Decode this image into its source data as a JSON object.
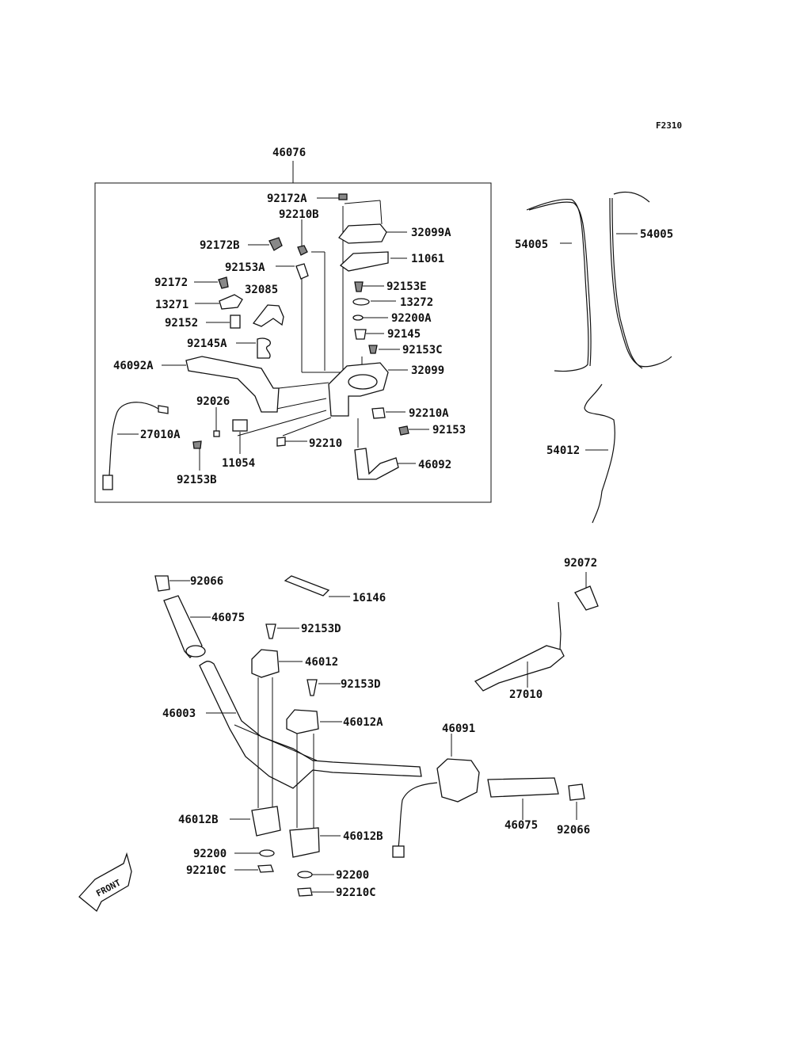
{
  "figure_code": "F2310",
  "parts": [
    {
      "key": "p46076",
      "number": "46076"
    },
    {
      "key": "p92172A",
      "number": "92172A"
    },
    {
      "key": "p92210B",
      "number": "92210B"
    },
    {
      "key": "p32099A",
      "number": "32099A"
    },
    {
      "key": "p92172B",
      "number": "92172B"
    },
    {
      "key": "p11061",
      "number": "11061"
    },
    {
      "key": "p92153A",
      "number": "92153A"
    },
    {
      "key": "p92172",
      "number": "92172"
    },
    {
      "key": "p32085",
      "number": "32085"
    },
    {
      "key": "p92153E",
      "number": "92153E"
    },
    {
      "key": "p13271",
      "number": "13271"
    },
    {
      "key": "p13272",
      "number": "13272"
    },
    {
      "key": "p92200A",
      "number": "92200A"
    },
    {
      "key": "p92152",
      "number": "92152"
    },
    {
      "key": "p92145",
      "number": "92145"
    },
    {
      "key": "p92145A",
      "number": "92145A"
    },
    {
      "key": "p92153C",
      "number": "92153C"
    },
    {
      "key": "p46092A",
      "number": "46092A"
    },
    {
      "key": "p32099",
      "number": "32099"
    },
    {
      "key": "p92026",
      "number": "92026"
    },
    {
      "key": "p92210A",
      "number": "92210A"
    },
    {
      "key": "p27010A",
      "number": "27010A"
    },
    {
      "key": "p92153",
      "number": "92153"
    },
    {
      "key": "p11054",
      "number": "11054"
    },
    {
      "key": "p92210",
      "number": "92210"
    },
    {
      "key": "p92153B",
      "number": "92153B"
    },
    {
      "key": "p46092",
      "number": "46092"
    },
    {
      "key": "p54005L",
      "number": "54005"
    },
    {
      "key": "p54005R",
      "number": "54005"
    },
    {
      "key": "p54012",
      "number": "54012"
    },
    {
      "key": "p92072",
      "number": "92072"
    },
    {
      "key": "p92066L",
      "number": "92066"
    },
    {
      "key": "p16146",
      "number": "16146"
    },
    {
      "key": "p46075L",
      "number": "46075"
    },
    {
      "key": "p92153D1",
      "number": "92153D"
    },
    {
      "key": "p46012",
      "number": "46012"
    },
    {
      "key": "p92153D2",
      "number": "92153D"
    },
    {
      "key": "p27010",
      "number": "27010"
    },
    {
      "key": "p46003",
      "number": "46003"
    },
    {
      "key": "p46012A",
      "number": "46012A"
    },
    {
      "key": "p46091",
      "number": "46091"
    },
    {
      "key": "p46012B1",
      "number": "46012B"
    },
    {
      "key": "p46012B2",
      "number": "46012B"
    },
    {
      "key": "p46075R",
      "number": "46075"
    },
    {
      "key": "p92066R",
      "number": "92066"
    },
    {
      "key": "p92200a",
      "number": "92200"
    },
    {
      "key": "p92210Ca",
      "number": "92210C"
    },
    {
      "key": "p92200b",
      "number": "92200"
    },
    {
      "key": "p92210Cb",
      "number": "92210C"
    }
  ],
  "front_label": "FRONT"
}
